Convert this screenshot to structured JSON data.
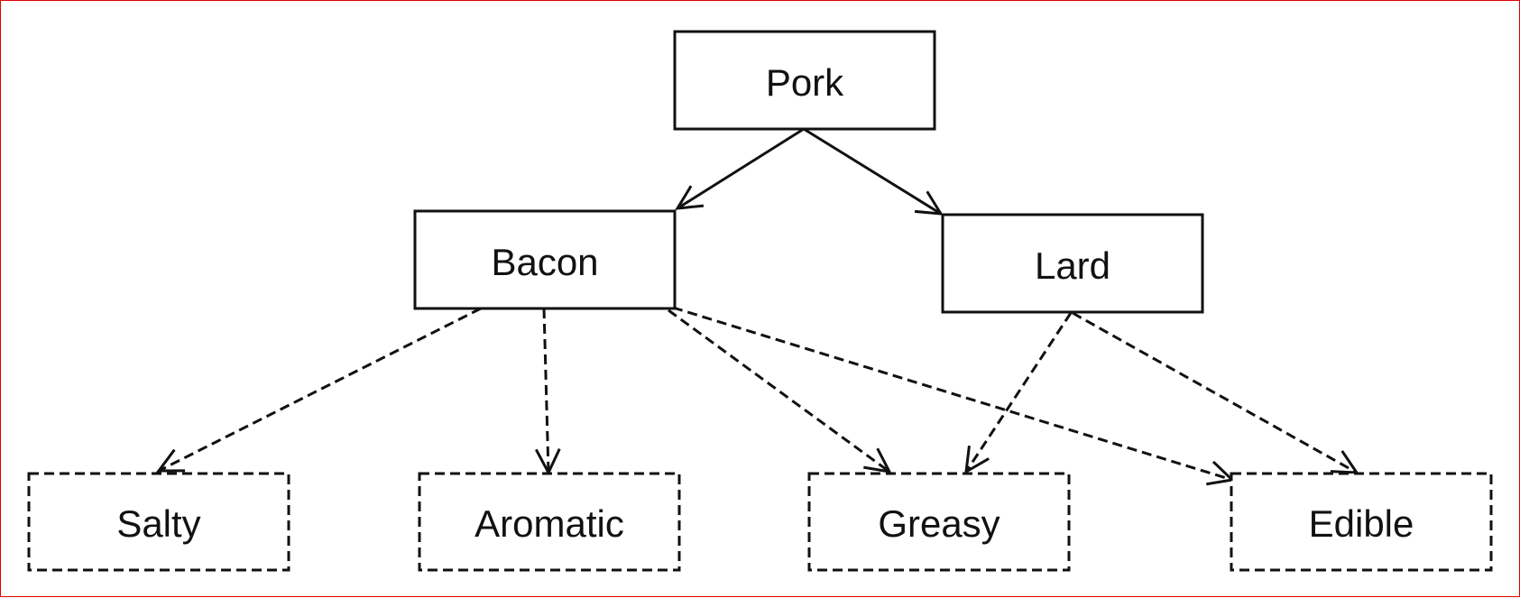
{
  "nodes": {
    "pork": "Pork",
    "bacon": "Bacon",
    "lard": "Lard",
    "salty": "Salty",
    "aromatic": "Aromatic",
    "greasy": "Greasy",
    "edible": "Edible"
  },
  "edges": [
    {
      "from": "Pork",
      "to": "Bacon",
      "style": "solid"
    },
    {
      "from": "Pork",
      "to": "Lard",
      "style": "solid"
    },
    {
      "from": "Bacon",
      "to": "Salty",
      "style": "dashed"
    },
    {
      "from": "Bacon",
      "to": "Aromatic",
      "style": "dashed"
    },
    {
      "from": "Bacon",
      "to": "Greasy",
      "style": "dashed"
    },
    {
      "from": "Bacon",
      "to": "Edible",
      "style": "dashed"
    },
    {
      "from": "Lard",
      "to": "Greasy",
      "style": "dashed"
    },
    {
      "from": "Lard",
      "to": "Edible",
      "style": "dashed"
    }
  ],
  "colors": {
    "frame_border": "#e00000",
    "stroke": "#111111",
    "background": "#ffffff"
  }
}
